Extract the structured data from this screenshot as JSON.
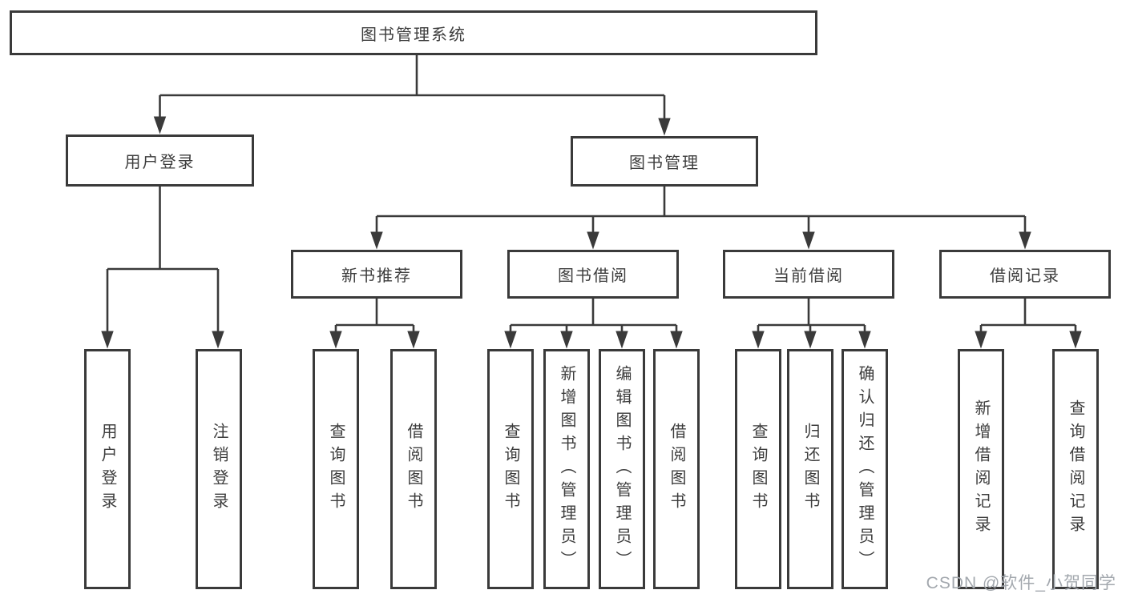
{
  "colors": {
    "line": "#3a3a3a",
    "text": "#3d3d3d",
    "watermark": "#a3a8ae"
  },
  "tree": {
    "root": "图书管理系统",
    "branches": [
      {
        "label": "用户登录",
        "children": [
          "用户登录",
          "注销登录"
        ]
      },
      {
        "label": "图书管理",
        "children": [
          {
            "label": "新书推荐",
            "children": [
              "查询图书",
              "借阅图书"
            ]
          },
          {
            "label": "图书借阅",
            "children": [
              "查询图书",
              "新增图书（管理员）",
              "编辑图书（管理员）",
              "借阅图书"
            ]
          },
          {
            "label": "当前借阅",
            "children": [
              "查询图书",
              "归还图书",
              "确认归还（管理员）"
            ]
          },
          {
            "label": "借阅记录",
            "children": [
              "新增借阅记录",
              "查询借阅记录"
            ]
          }
        ]
      }
    ]
  },
  "watermark": "CSDN @软件_小贺同学"
}
